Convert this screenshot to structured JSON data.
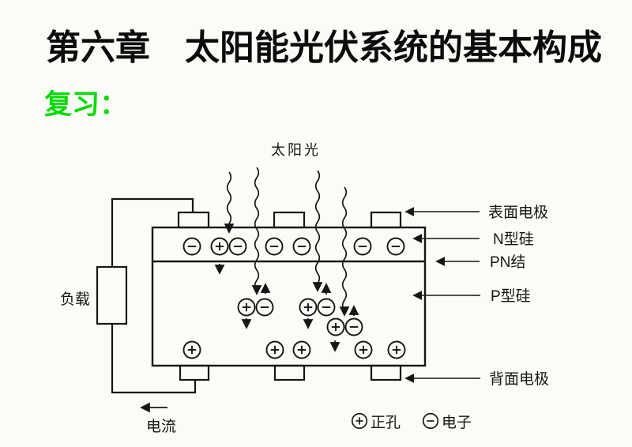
{
  "slide": {
    "title": "第六章　太阳能光伏系统的基本构成",
    "review_label": "复习："
  },
  "diagram": {
    "sunlight_label": "太阳光",
    "load_label": "负载",
    "current_label": "电流",
    "callouts": {
      "surface_electrode": "表面电极",
      "n_type_silicon": "N型硅",
      "pn_junction": "PN结",
      "p_type_silicon": "P型硅",
      "back_electrode": "背面电极"
    },
    "legend": {
      "hole_label": "正孔",
      "electron_label": "电子"
    }
  },
  "colors": {
    "title_ink": "#0c0c0c",
    "review_green": "#00db00",
    "diagram_ink": "#161616",
    "background": "#fcfbf7"
  }
}
